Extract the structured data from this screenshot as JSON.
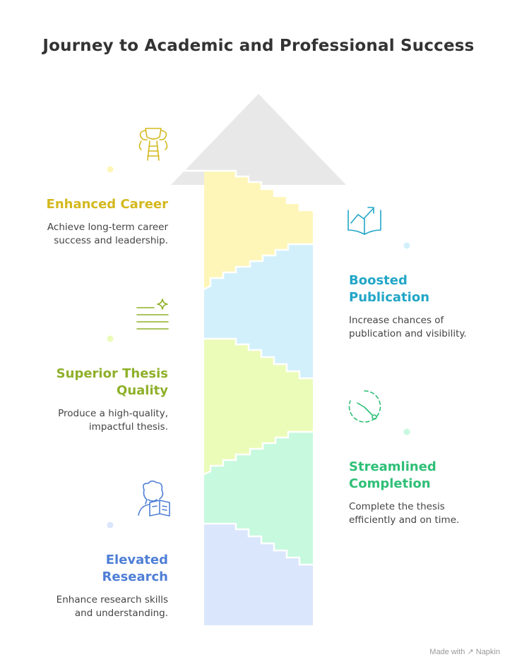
{
  "title": "Journey to Academic and Professional Success",
  "steps": [
    {
      "heading": "Enhanced Career",
      "description": "Achieve long-term career success and leadership.",
      "color": "#d4b81e",
      "fill": "#fdf6b8",
      "icon": "trophy-ladder-icon"
    },
    {
      "heading": "Boosted Publication",
      "description": "Increase chances of publication and visibility.",
      "color": "#22a6c7",
      "fill": "#d2f0fb",
      "icon": "book-growth-icon"
    },
    {
      "heading": "Superior Thesis Quality",
      "description": "Produce a high-quality, impactful thesis.",
      "color": "#8fb02a",
      "fill": "#eafcb8",
      "icon": "text-sparkle-icon"
    },
    {
      "heading": "Streamlined Completion",
      "description": "Complete the thesis efficiently and on time.",
      "color": "#2fbf77",
      "fill": "#c6f9de",
      "icon": "timer-icon"
    },
    {
      "heading": "Elevated Research",
      "description": "Enhance research skills and understanding.",
      "color": "#4f7fd6",
      "fill": "#dae6fb",
      "icon": "person-reading-icon"
    }
  ],
  "footer": "Made with ↗ Napkin"
}
